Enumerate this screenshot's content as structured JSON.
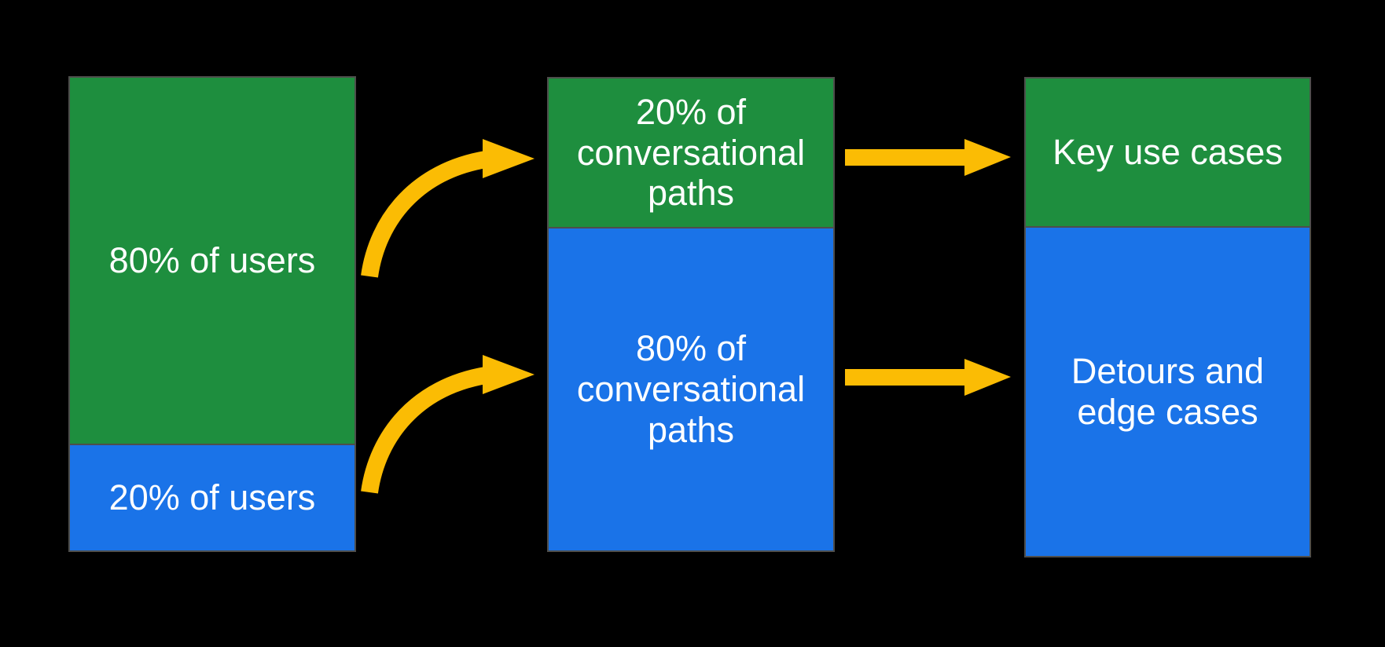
{
  "colors": {
    "bg": "#000000",
    "green": "#1E8E3E",
    "blue": "#1A73E8",
    "yellow": "#FBBC04",
    "border": "#4E4E4C",
    "text": "#FFFFFF"
  },
  "columns": [
    {
      "name": "users",
      "segments": [
        {
          "label": "80% of users",
          "color": "green"
        },
        {
          "label": "20% of users",
          "color": "blue"
        }
      ]
    },
    {
      "name": "conversational-paths",
      "segments": [
        {
          "label": "20% of\nconversational\npaths",
          "color": "green"
        },
        {
          "label": "80% of\nconversational\npaths",
          "color": "blue"
        }
      ]
    },
    {
      "name": "use-cases",
      "segments": [
        {
          "label": "Key use cases",
          "color": "green"
        },
        {
          "label": "Detours and\nedge cases",
          "color": "blue"
        }
      ]
    }
  ],
  "arrows": [
    {
      "name": "arrow-users-80-to-paths-20",
      "style": "curved"
    },
    {
      "name": "arrow-users-20-to-paths-80",
      "style": "curved"
    },
    {
      "name": "arrow-paths-20-to-key-use-cases",
      "style": "straight"
    },
    {
      "name": "arrow-paths-80-to-detours",
      "style": "straight"
    }
  ]
}
